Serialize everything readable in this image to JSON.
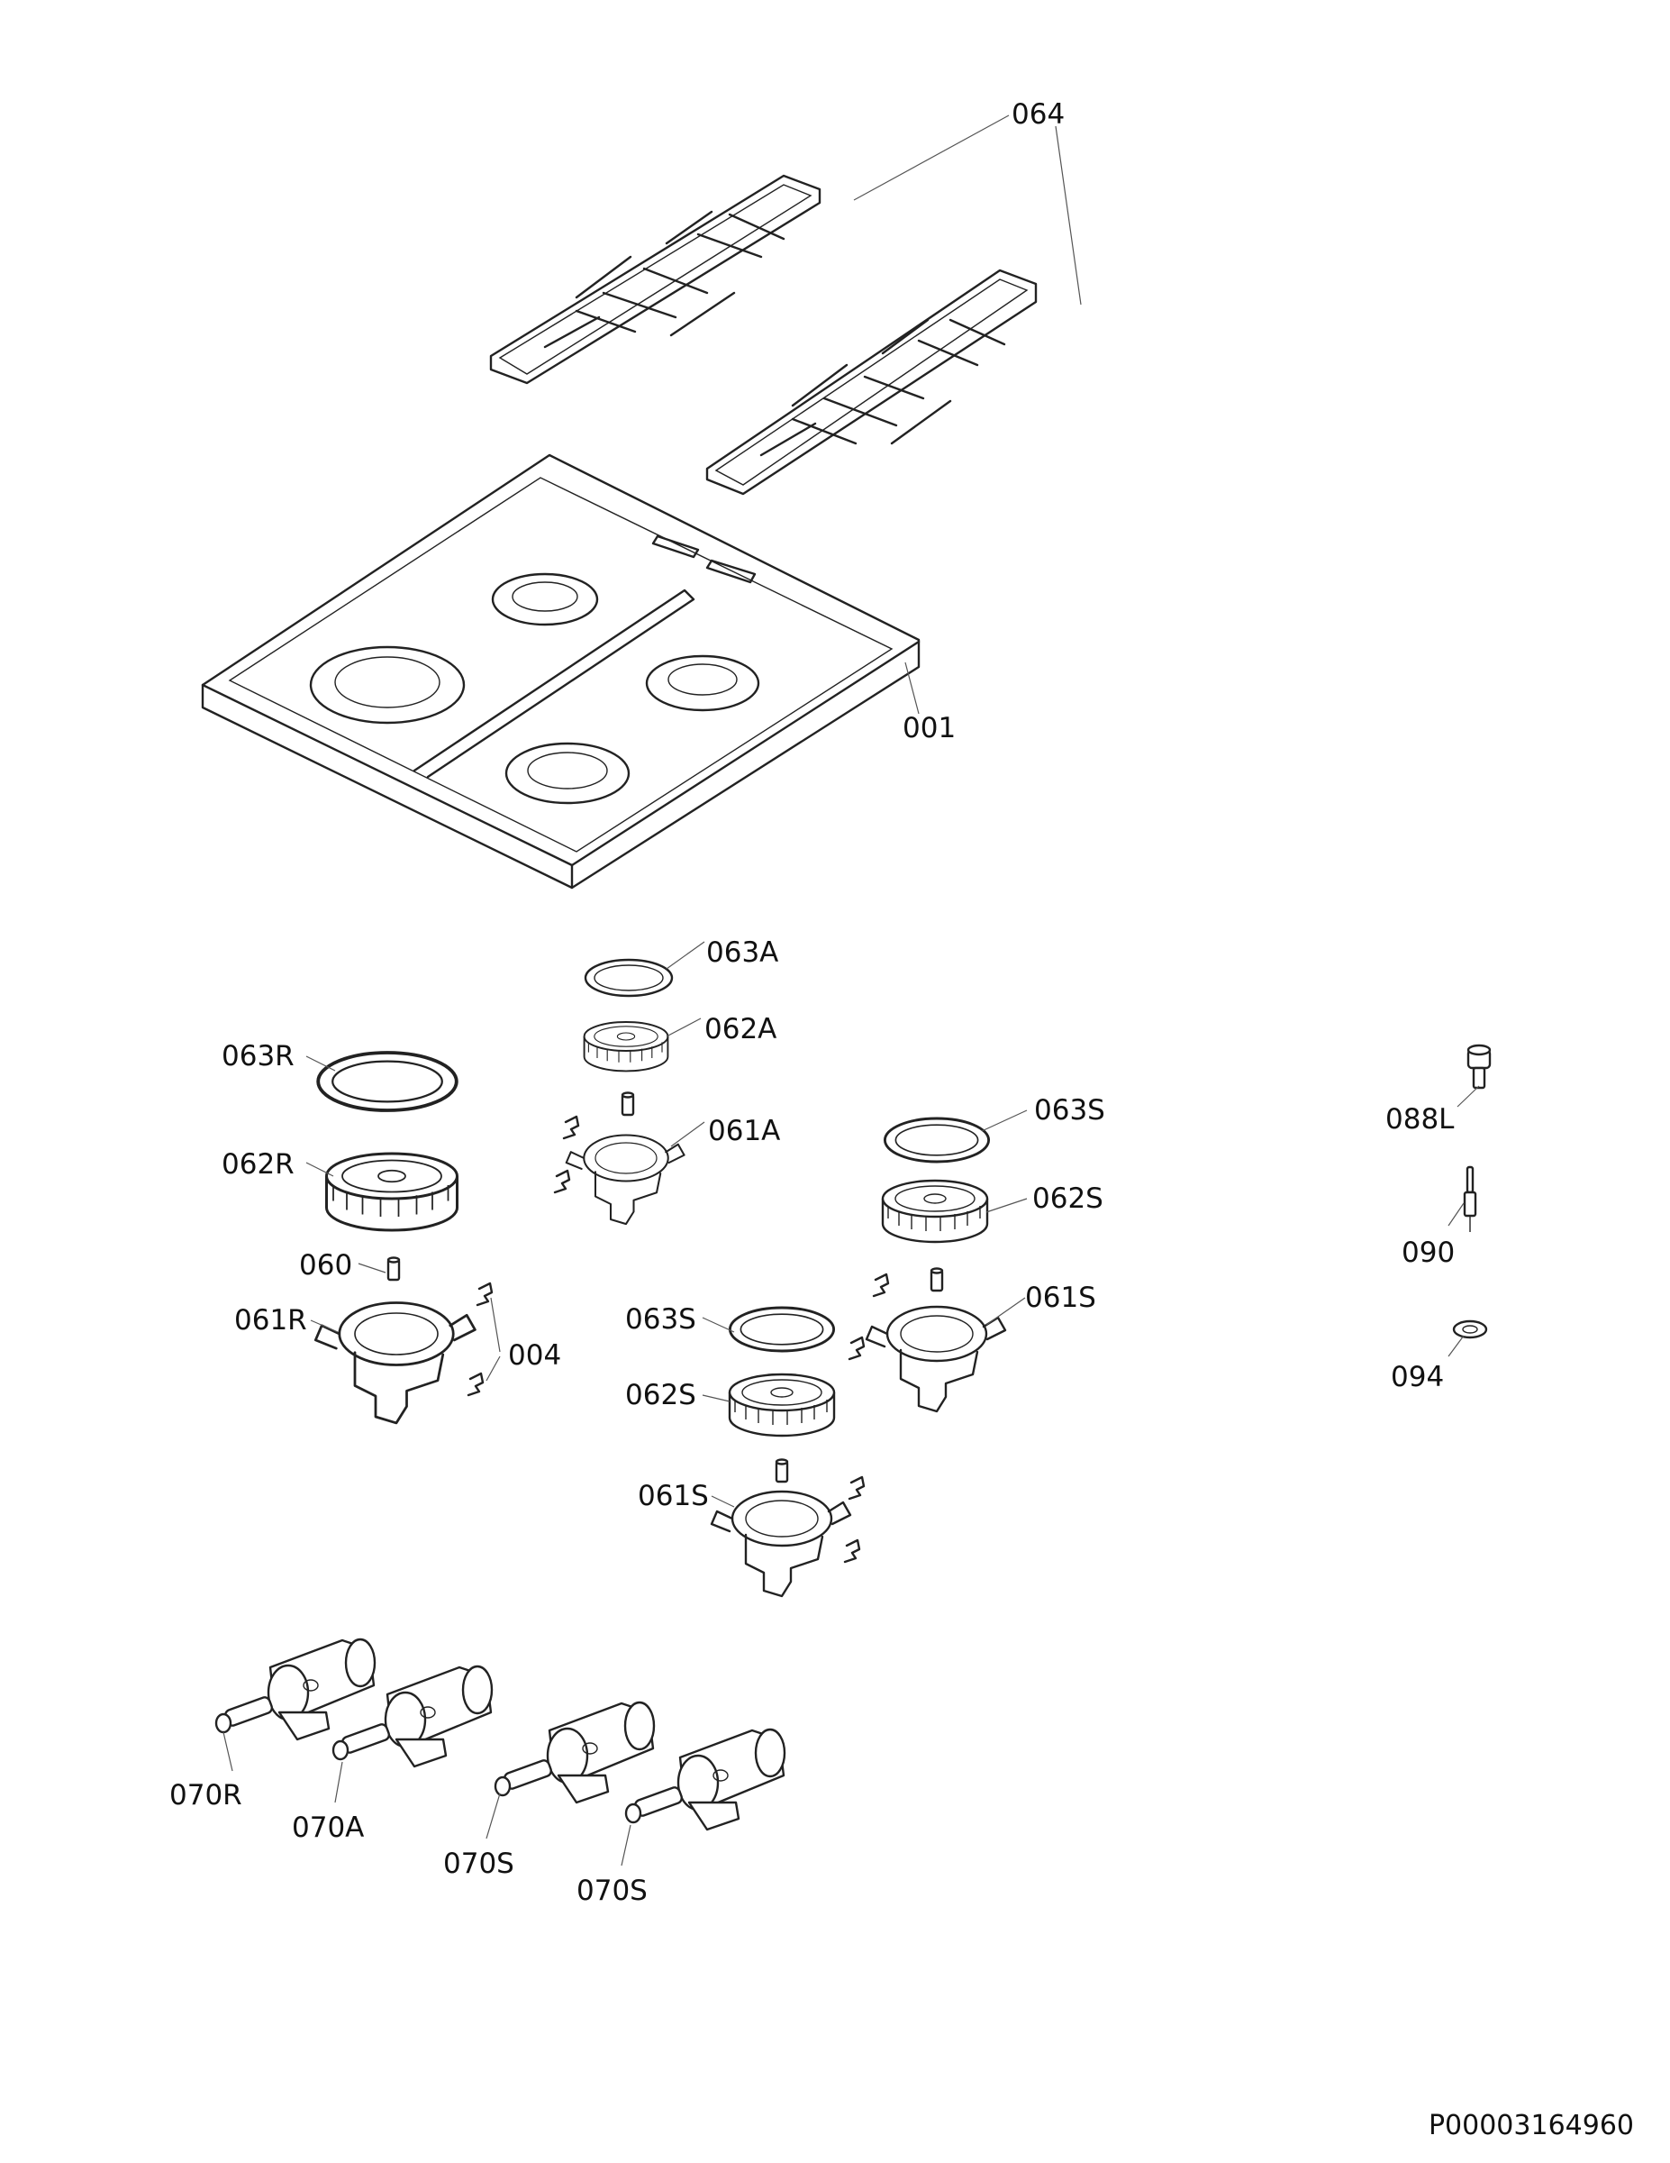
{
  "labels": {
    "l064": "064",
    "l001": "001",
    "l063A": "063A",
    "l062A": "062A",
    "l061A": "061A",
    "l063R": "063R",
    "l062R": "062R",
    "l060": "060",
    "l061R": "061R",
    "l004": "004",
    "l063S_a": "063S",
    "l062S_a": "062S",
    "l061S_a": "061S",
    "l063S_b": "063S",
    "l062S_b": "062S",
    "l061S_b": "061S",
    "l088L": "088L",
    "l090": "090",
    "l094": "094",
    "l070R": "070R",
    "l070A": "070A",
    "l070S_a": "070S",
    "l070S_b": "070S"
  },
  "document_id": "P00003164960"
}
